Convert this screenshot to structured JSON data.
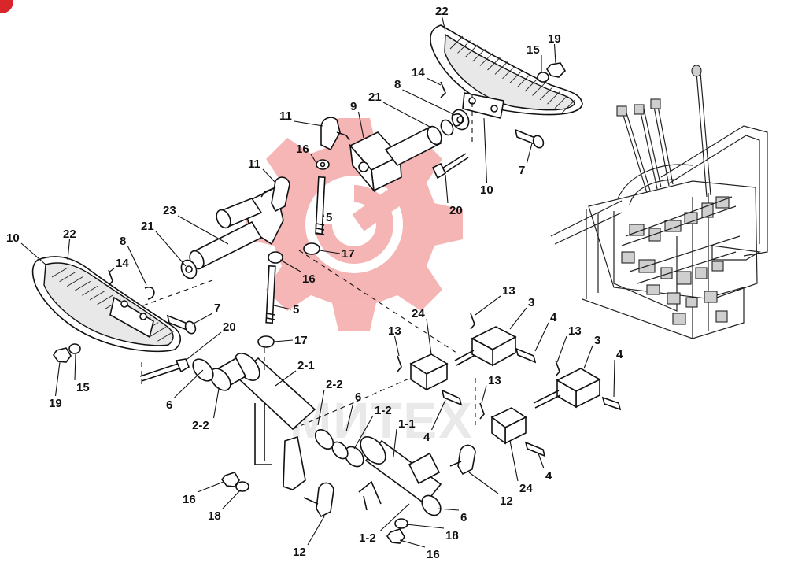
{
  "watermark": {
    "text": "МИТЕХ",
    "gear_color": "#f07a7a"
  },
  "corner_badge_color": "#d9262a",
  "callouts": [
    {
      "id": "c22a",
      "text": "22"
    },
    {
      "id": "c19a",
      "text": "19"
    },
    {
      "id": "c15a",
      "text": "15"
    },
    {
      "id": "c14a",
      "text": "14"
    },
    {
      "id": "c8a",
      "text": "8"
    },
    {
      "id": "c21a",
      "text": "21"
    },
    {
      "id": "c9",
      "text": "9"
    },
    {
      "id": "c11a",
      "text": "11"
    },
    {
      "id": "c16a",
      "text": "16"
    },
    {
      "id": "c11b",
      "text": "11"
    },
    {
      "id": "c7a",
      "text": "7"
    },
    {
      "id": "c10a",
      "text": "10"
    },
    {
      "id": "c20a",
      "text": "20"
    },
    {
      "id": "c5a",
      "text": "5"
    },
    {
      "id": "c23",
      "text": "23"
    },
    {
      "id": "c17a",
      "text": "17"
    },
    {
      "id": "c10b",
      "text": "10"
    },
    {
      "id": "c22b",
      "text": "22"
    },
    {
      "id": "c21b",
      "text": "21"
    },
    {
      "id": "c8b",
      "text": "8"
    },
    {
      "id": "c14b",
      "text": "14"
    },
    {
      "id": "c16b",
      "text": "16"
    },
    {
      "id": "c5b",
      "text": "5"
    },
    {
      "id": "c7b",
      "text": "7"
    },
    {
      "id": "c20b",
      "text": "20"
    },
    {
      "id": "c17b",
      "text": "17"
    },
    {
      "id": "c13a",
      "text": "13"
    },
    {
      "id": "c3a",
      "text": "3"
    },
    {
      "id": "c24a",
      "text": "24"
    },
    {
      "id": "c4a",
      "text": "4"
    },
    {
      "id": "c13b",
      "text": "13"
    },
    {
      "id": "c13c",
      "text": "13"
    },
    {
      "id": "c3b",
      "text": "3"
    },
    {
      "id": "c4b",
      "text": "4"
    },
    {
      "id": "c2-1",
      "text": "2-1"
    },
    {
      "id": "c2-2a",
      "text": "2-2"
    },
    {
      "id": "c6a",
      "text": "6"
    },
    {
      "id": "c19b",
      "text": "19"
    },
    {
      "id": "c15b",
      "text": "15"
    },
    {
      "id": "c6b",
      "text": "6"
    },
    {
      "id": "c2-2b",
      "text": "2-2"
    },
    {
      "id": "c1-2a",
      "text": "1-2"
    },
    {
      "id": "c1-1",
      "text": "1-1"
    },
    {
      "id": "c13d",
      "text": "13"
    },
    {
      "id": "c4c",
      "text": "4"
    },
    {
      "id": "c16c",
      "text": "16"
    },
    {
      "id": "c18a",
      "text": "18"
    },
    {
      "id": "c24b",
      "text": "24"
    },
    {
      "id": "c4d",
      "text": "4"
    },
    {
      "id": "c12a",
      "text": "12"
    },
    {
      "id": "c6c",
      "text": "6"
    },
    {
      "id": "c18b",
      "text": "18"
    },
    {
      "id": "c1-2b",
      "text": "1-2"
    },
    {
      "id": "c16d",
      "text": "16"
    },
    {
      "id": "c12b",
      "text": "12"
    }
  ]
}
